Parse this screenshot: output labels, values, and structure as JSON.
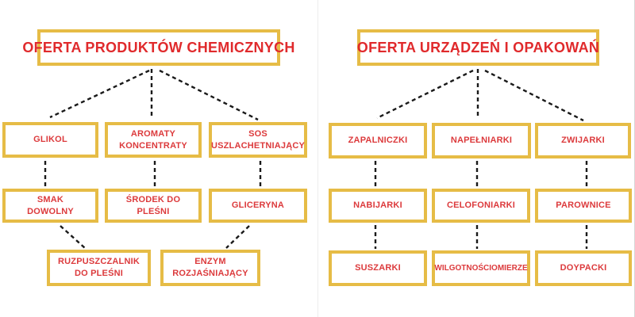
{
  "colors": {
    "box_border_gold": "#E6BC46",
    "title_text_red": "#E02A2C",
    "label_text_red": "#DC3A3C",
    "connector_black": "#1A1A1A",
    "background": "#FFFFFF"
  },
  "left_tree": {
    "title": "OFERTA PRODUKTÓW CHEMICZNYCH",
    "level1": [
      "GLIKOL",
      "AROMATY\nKONCENTRATY",
      "SOS\nUSZLACHETNIAJĄCY"
    ],
    "level2": [
      "SMAK\nDOWOLNY",
      "ŚRODEK DO\nPLEŚNI",
      "GLICERYNA"
    ],
    "level3": [
      "RUZPUSZCZALNIK\nDO PLEŚNI",
      "ENZYM\nROZJAŚNIAJĄCY"
    ]
  },
  "right_tree": {
    "title": "OFERTA URZĄDZEŃ I OPAKOWAŃ",
    "level1": [
      "ZAPALNICZKI",
      "NAPEŁNIARKI",
      "ZWIJARKI"
    ],
    "level2": [
      "NABIJARKI",
      "CELOFONIARKI",
      "PAROWNICE"
    ],
    "level3": [
      "SUSZARKI",
      "WILGOTNOŚCIOMIERZE",
      "DOYPACKI"
    ]
  }
}
